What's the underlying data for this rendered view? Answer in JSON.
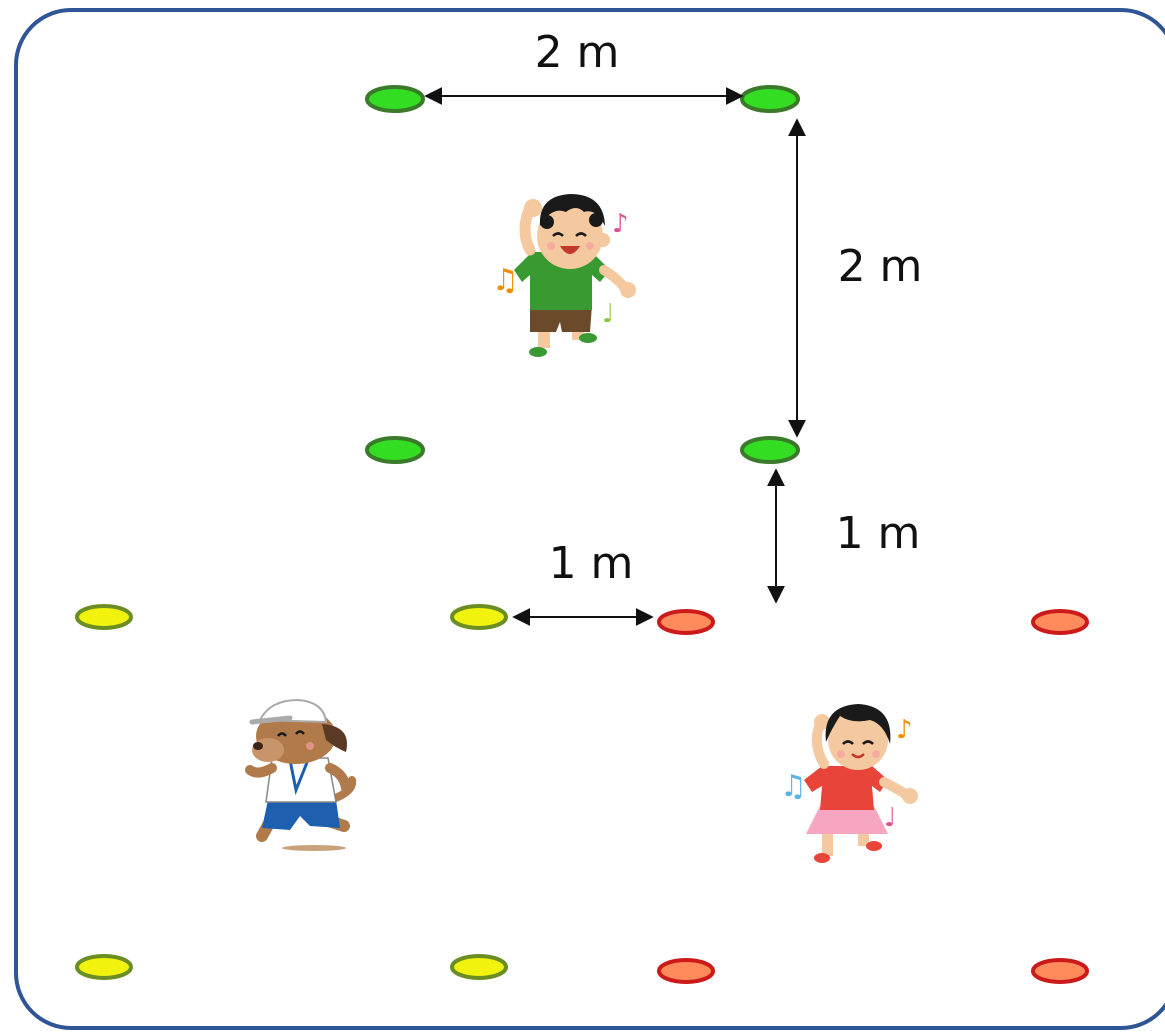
{
  "labels": {
    "top_width": "2 m",
    "right_height": "2 m",
    "gap_vertical": "1 m",
    "gap_horizontal": "1 m"
  },
  "colors": {
    "frame": "#2f5597",
    "green_fill": "#33dd22",
    "green_stroke": "#3a7a2a",
    "yellow_fill": "#f2f20f",
    "yellow_stroke": "#6b8e23",
    "red_fill": "#ff8a5c",
    "red_stroke": "#cc1a1a",
    "arrow": "#111111"
  },
  "characters": [
    {
      "name": "boy",
      "shirt": "#3a9a32",
      "shorts": "#6b4a2a",
      "notes": [
        "#f28c00",
        "#e24d8f",
        "#8dc63f"
      ]
    },
    {
      "name": "dog",
      "fur": "#b07a4a",
      "cap": "#ffffff",
      "shorts": "#1f5fb0"
    },
    {
      "name": "girl",
      "shirt": "#e8443a",
      "skirt": "#f6a6c0",
      "notes": [
        "#5ab4e6",
        "#f28c00",
        "#e24d8f"
      ]
    }
  ]
}
